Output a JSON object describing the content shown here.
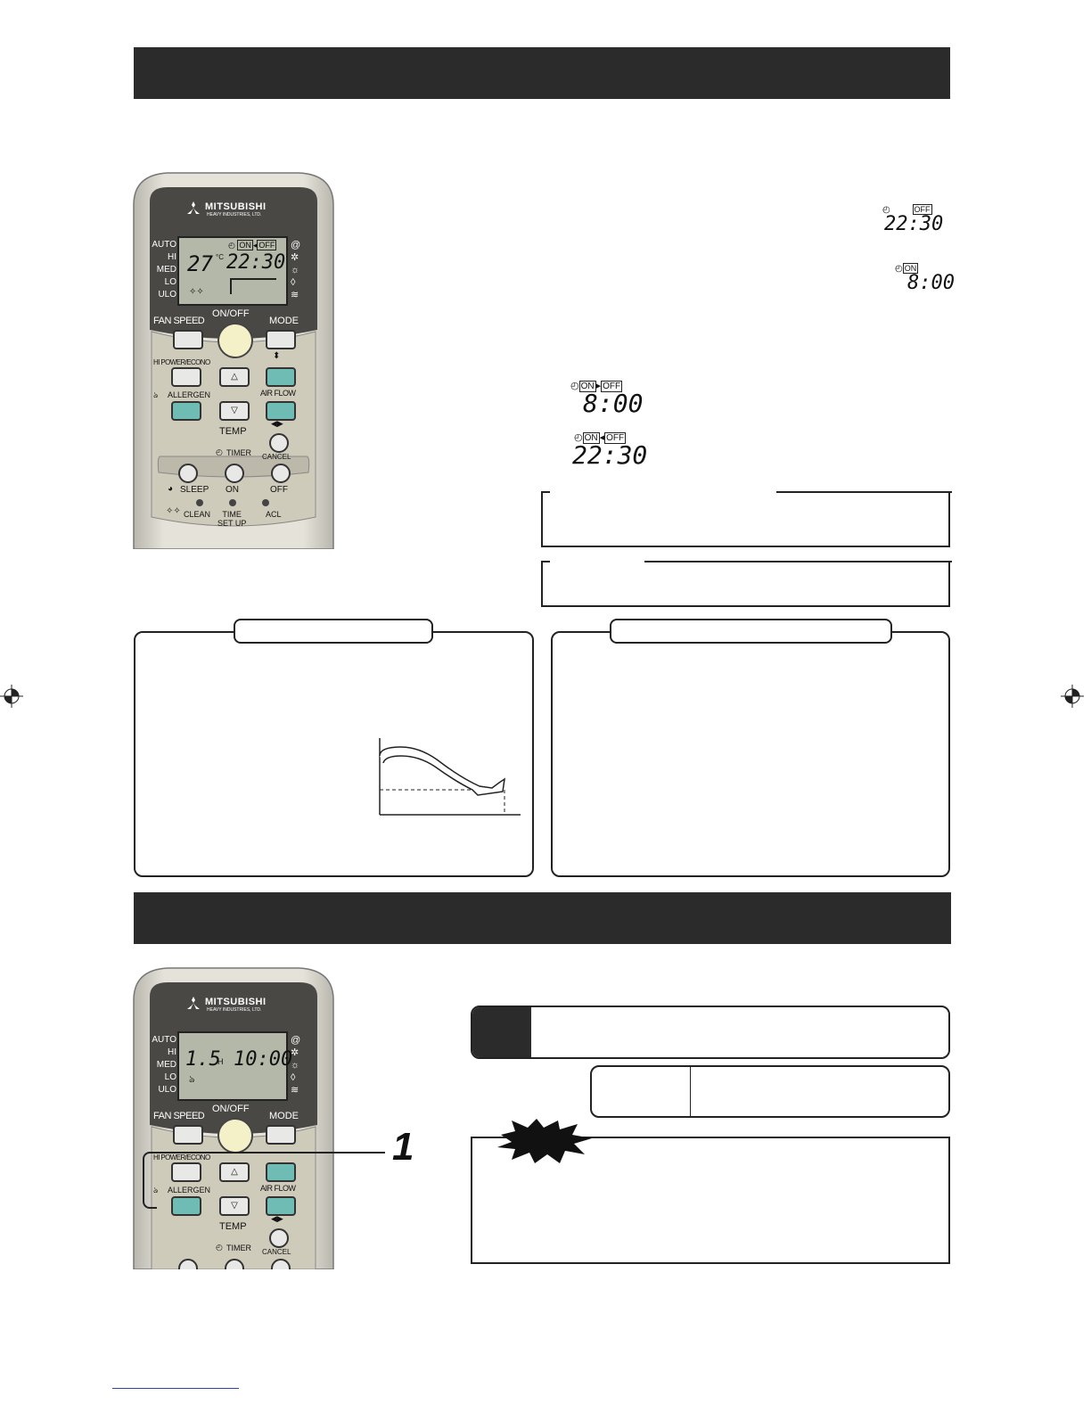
{
  "remote": {
    "brand_line1": "MITSUBISHI",
    "brand_line2": "HEAVY INDUSTRIES, LTD.",
    "fan_levels": [
      "AUTO",
      "HI",
      "MED",
      "LO",
      "ULO"
    ],
    "labels": {
      "fan_speed": "FAN SPEED",
      "on_off": "ON/OFF",
      "mode": "MODE",
      "hi_power": "HI POWER/ECONO",
      "allergen": "ALLERGEN",
      "air_flow": "AIR FLOW",
      "temp": "TEMP",
      "timer": "TIMER",
      "cancel": "CANCEL",
      "sleep": "SLEEP",
      "on": "ON",
      "off": "OFF",
      "clean": "CLEAN",
      "time_set_up": "TIME\nSET UP",
      "acl": "ACL"
    },
    "display1": {
      "temp": "27",
      "unit": "°C",
      "time": "22:30",
      "tag_on": "ON",
      "tag_off": "OFF"
    },
    "display2": {
      "hours": "1.5",
      "hours_unit": "H",
      "time": "10:00"
    }
  },
  "timer_displays": {
    "off_only": {
      "tag": "OFF",
      "time": "22:30"
    },
    "on_only": {
      "tag": "ON",
      "time": "8:00"
    },
    "on_off_a": {
      "tag_on": "ON",
      "tag_off": "OFF",
      "time": "8:00"
    },
    "on_off_b": {
      "tag_on": "ON",
      "tag_off": "OFF",
      "time": "22:30"
    }
  },
  "callout_number": "1"
}
